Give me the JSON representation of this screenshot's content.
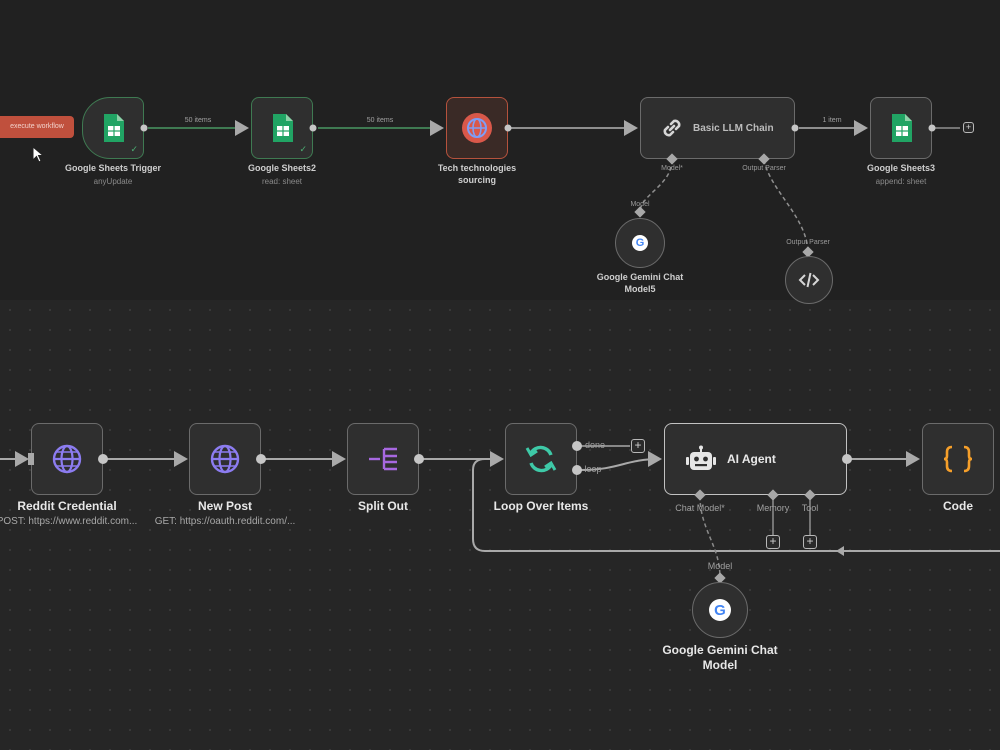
{
  "top_workflow": {
    "chip_label": "execute workflow",
    "nodes": {
      "trigger": {
        "title": "Google Sheets Trigger",
        "subtitle": "anyUpdate"
      },
      "sheets2": {
        "title": "Google Sheets2",
        "subtitle": "read: sheet"
      },
      "tech": {
        "title_line1": "Tech technologies",
        "title_line2": "sourcing"
      },
      "llm": {
        "title": "Basic LLM Chain",
        "port_model": "Model*",
        "port_parser": "Output Parser"
      },
      "sheets3": {
        "title": "Google Sheets3",
        "subtitle": "append: sheet"
      },
      "gemini5": {
        "title_line1": "Google Gemini Chat",
        "title_line2": "Model5",
        "port": "Model"
      },
      "parser": {
        "port": "Output Parser"
      }
    },
    "connections": {
      "c1": "50 items",
      "c2": "50 items",
      "c3": "1 item"
    }
  },
  "bottom_workflow": {
    "nodes": {
      "reddit": {
        "title": "Reddit Credential",
        "subtitle": "POST: https://www.reddit.com..."
      },
      "newpost": {
        "title": "New Post",
        "subtitle": "GET: https://oauth.reddit.com/..."
      },
      "split": {
        "title": "Split Out"
      },
      "loop": {
        "title": "Loop Over Items",
        "port_done": "done",
        "port_loop": "loop"
      },
      "agent": {
        "title": "AI Agent",
        "port_chat": "Chat Model*",
        "port_memory": "Memory",
        "port_tool": "Tool"
      },
      "code": {
        "title": "Code"
      },
      "gemini": {
        "title_line1": "Google Gemini Chat",
        "title_line2": "Model",
        "port": "Model"
      }
    }
  },
  "colors": {
    "background": "#262626",
    "node_border": "#6b6b6b",
    "wire": "#a9a9a9",
    "sheets_green": "#21a464",
    "globe_purple": "#8c7cf0",
    "loop_teal": "#3ec9a7",
    "code_orange": "#f59f2a",
    "error_red": "#c0503d"
  }
}
